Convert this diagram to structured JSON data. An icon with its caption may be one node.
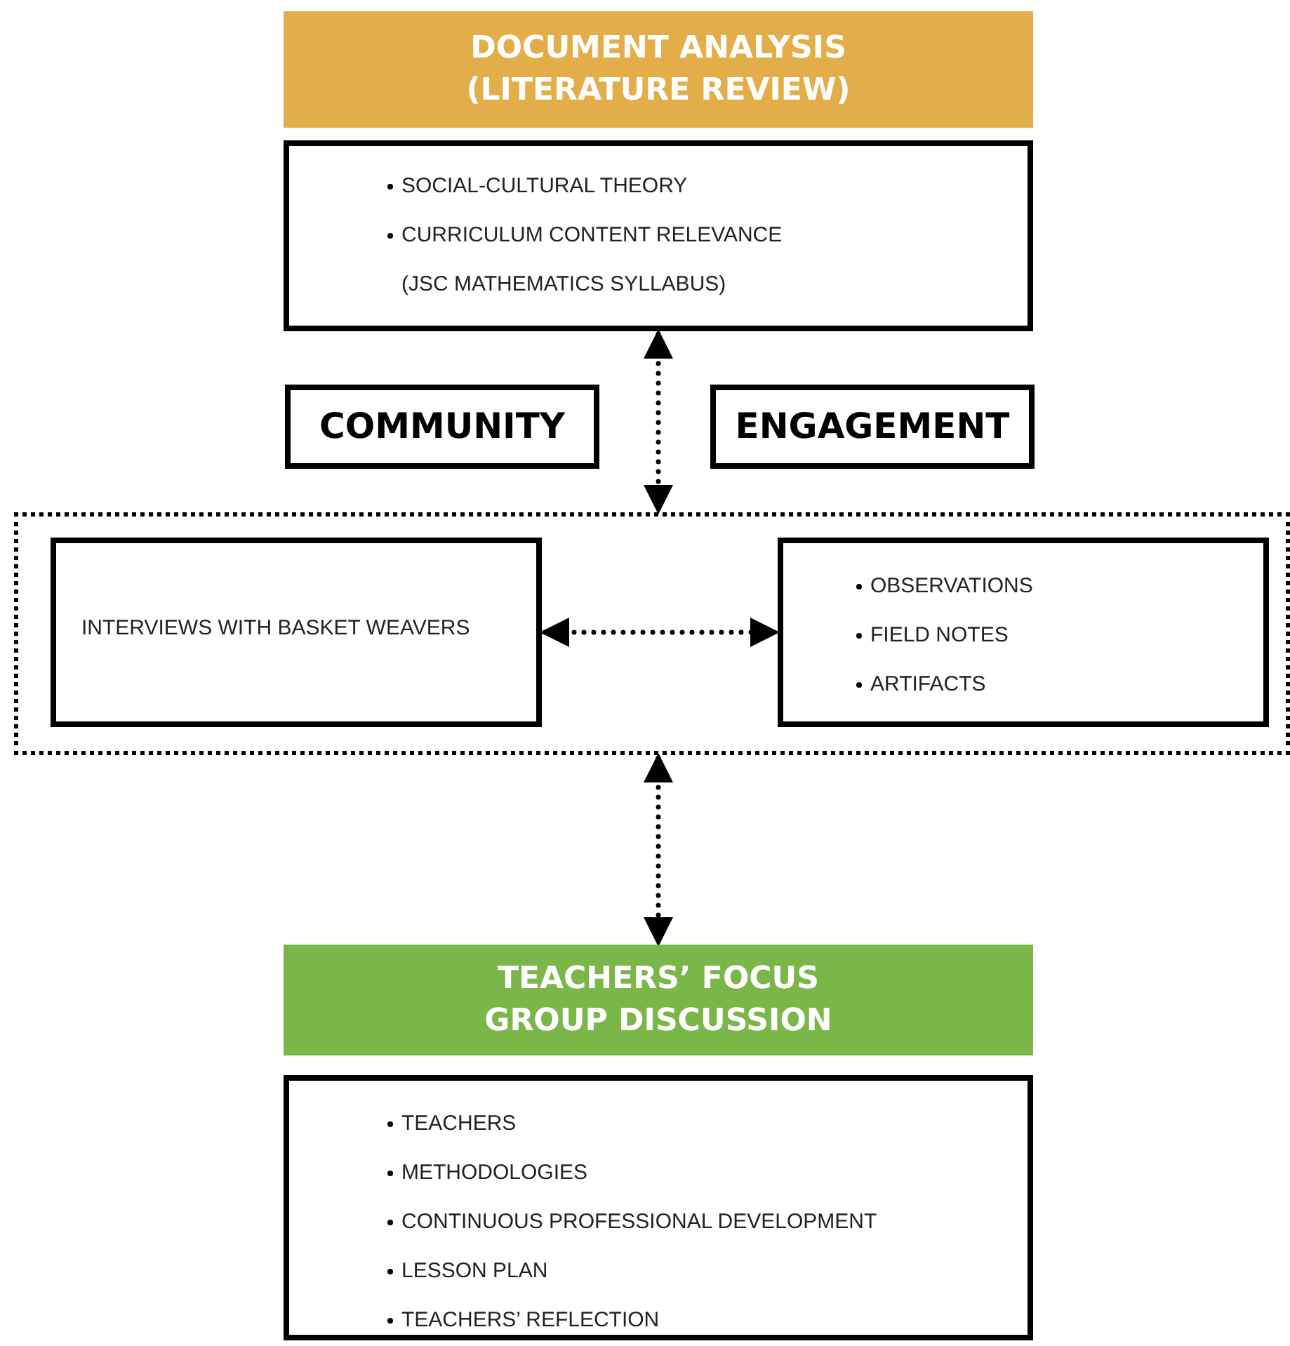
{
  "diagram": {
    "nodes": [
      {
        "text": [
          "DOCUMENT ANALYSIS (LITERATURE REVIEW)"
        ]
      },
      {
        "text": [
          "SOCIAL-CULTURAL THEORY",
          "CURRICULUM CONTENT RELEVANCE",
          "(JSC MATHEMATICS SYLLABUS)"
        ]
      },
      {
        "text": [
          "COMMUNITY"
        ]
      },
      {
        "text": [
          "ENGAGEMENT"
        ]
      },
      {
        "text": [],
        "shape": "box"
      },
      {
        "text": [
          "INTERVIEWS WITH BASKET WEAVERS"
        ],
        "in": 4
      },
      {
        "text": [
          "OBSERVATIONS",
          "FIELD NOTES",
          "ARTIFACTS"
        ],
        "in": 4
      },
      {
        "text": [
          "TEACHERS’ FOCUS GROUP DISCUSSION"
        ]
      },
      {
        "text": [
          "TEACHERS",
          "METHODOLOGIES",
          "CONTINUOUS PROFESSIONAL DEVELOPMENT",
          "LESSON PLAN",
          "TEACHERS’ REFLECTION"
        ]
      }
    ],
    "edges": [
      {
        "from": 1,
        "to": 4,
        "arrow": "both",
        "style": "dashed"
      },
      {
        "from": 5,
        "to": 6,
        "arrow": "both",
        "style": "dashed"
      },
      {
        "from": 4,
        "to": 7,
        "arrow": "both",
        "style": "dashed"
      }
    ]
  }
}
